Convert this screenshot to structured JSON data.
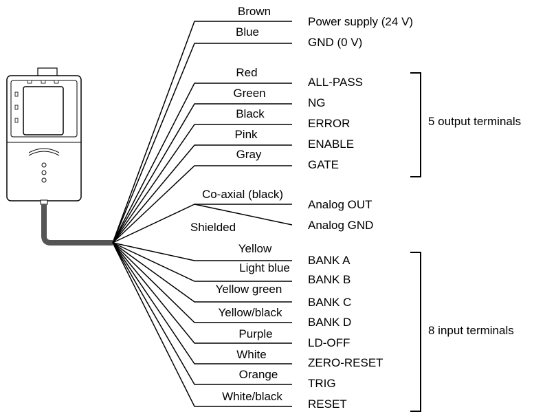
{
  "wires": [
    {
      "color": "Brown",
      "terminal": "Power supply (24 V)"
    },
    {
      "color": "Blue",
      "terminal": "GND (0 V)"
    },
    {
      "color": "Red",
      "terminal": "ALL-PASS"
    },
    {
      "color": "Green",
      "terminal": "NG"
    },
    {
      "color": "Black",
      "terminal": "ERROR"
    },
    {
      "color": "Pink",
      "terminal": "ENABLE"
    },
    {
      "color": "Gray",
      "terminal": "GATE"
    },
    {
      "color": "Co-axial (black)",
      "terminal": "Analog OUT"
    },
    {
      "color": "Shielded",
      "terminal": "Analog GND"
    },
    {
      "color": "Yellow",
      "terminal": "BANK A"
    },
    {
      "color": "Light blue",
      "terminal": "BANK B"
    },
    {
      "color": "Yellow green",
      "terminal": "BANK C"
    },
    {
      "color": "Yellow/black",
      "terminal": "BANK D"
    },
    {
      "color": "Purple",
      "terminal": "LD-OFF"
    },
    {
      "color": "White",
      "terminal": "ZERO-RESET"
    },
    {
      "color": "Orange",
      "terminal": "TRIG"
    },
    {
      "color": "White/black",
      "terminal": "RESET"
    }
  ],
  "groups": {
    "outputs": "5 output terminals",
    "inputs": "8 input terminals"
  }
}
